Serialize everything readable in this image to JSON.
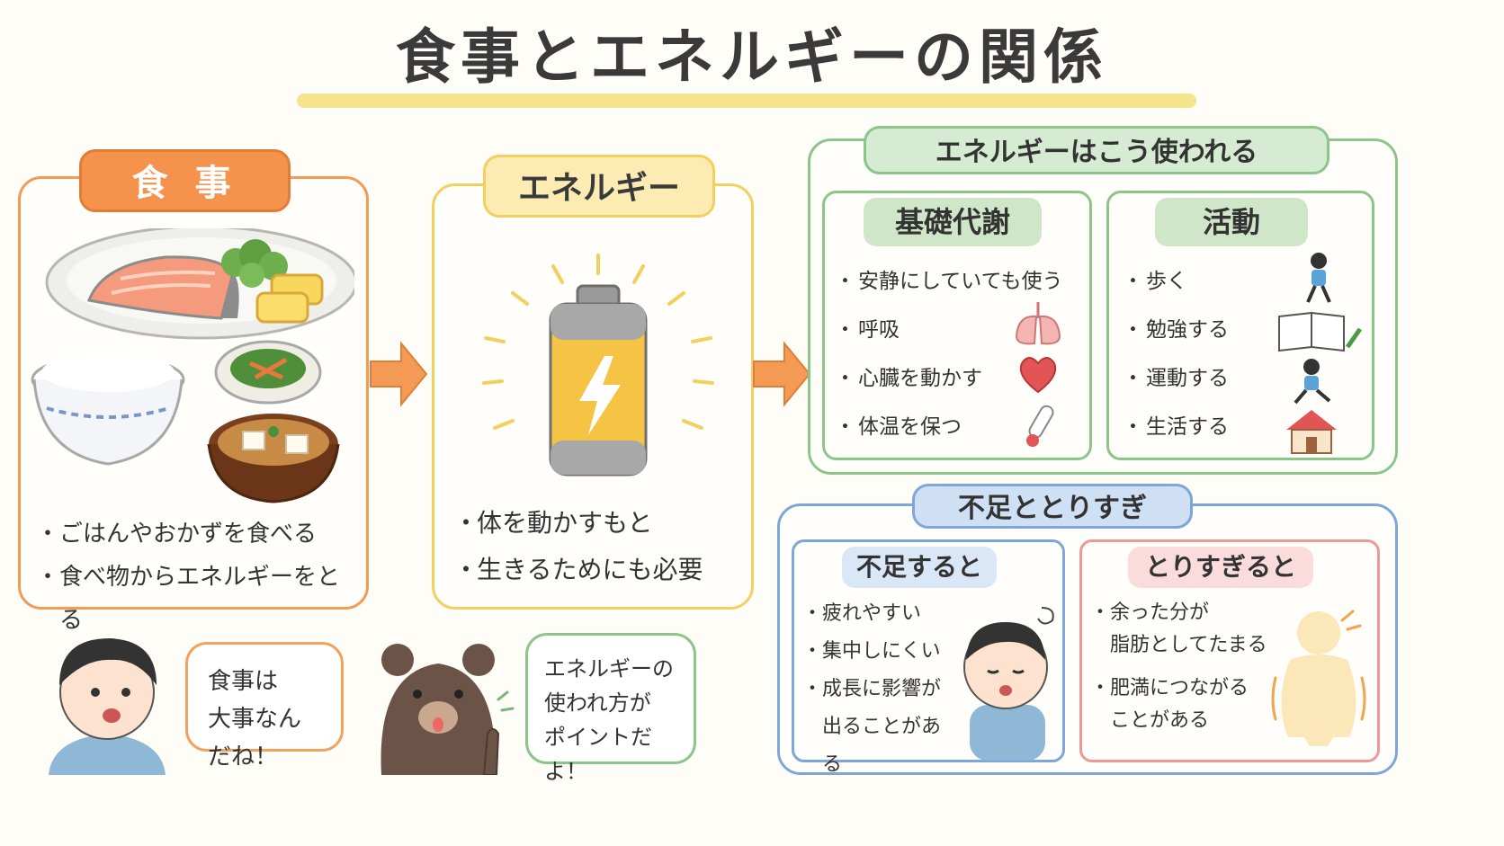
{
  "title": "食事とエネルギーの関係",
  "food": {
    "header": "食 事",
    "bullets": [
      "ごはんやおかずを食べる",
      "食べ物からエネルギーをとる"
    ]
  },
  "energy": {
    "header": "エネルギー",
    "bullets": [
      "体を動かすもと",
      "生きるためにも必要"
    ]
  },
  "usage": {
    "header": "エネルギーはこう使われる",
    "basal": {
      "header": "基礎代謝",
      "items": [
        "安静にしていても使う",
        "呼吸",
        "心臓を動かす",
        "体温を保つ"
      ]
    },
    "activity": {
      "header": "活動",
      "items": [
        "歩く",
        "勉強する",
        "運動する",
        "生活する"
      ]
    }
  },
  "balance": {
    "header": "不足ととりすぎ",
    "lack": {
      "header": "不足すると",
      "items": [
        "疲れやすい",
        "集中しにくい",
        "成長に影響が",
        "出ることがある"
      ]
    },
    "excess": {
      "header": "とりすぎると",
      "items": [
        "余った分が",
        "脂肪としてたまる",
        "肥満につながる",
        "ことがある"
      ]
    }
  },
  "speech": {
    "boy_line1": "食事は",
    "boy_line2": "大事なんだね！",
    "bear_line1": "エネルギーの",
    "bear_line2": "使われ方が",
    "bear_line3": "ポイントだよ！"
  },
  "colors": {
    "orange": "#f39a55",
    "yellow": "#f3cf5e",
    "green": "#8cc58a",
    "blue": "#7ea6d8",
    "pink": "#ec9a98"
  }
}
